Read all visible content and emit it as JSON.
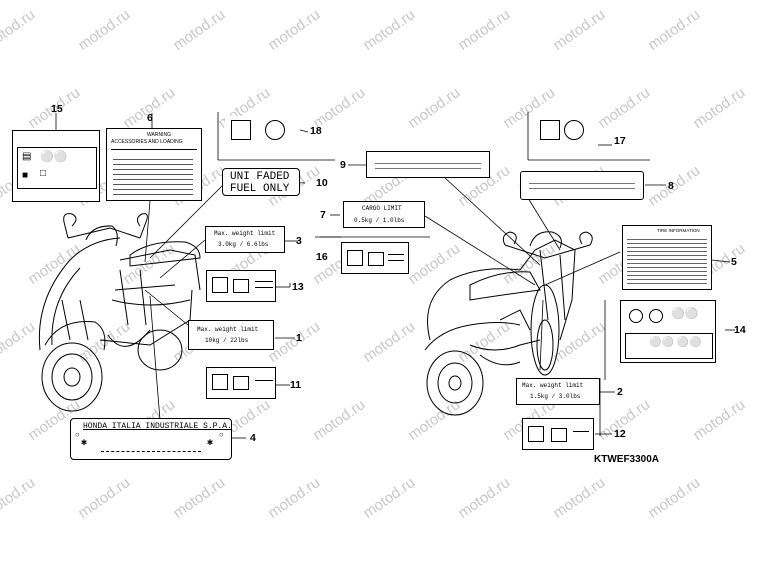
{
  "watermark": "motod.ru",
  "diagram_code": "KTWEF3300A",
  "callouts": {
    "c1": "1",
    "c2": "2",
    "c3": "3",
    "c4": "4",
    "c5": "5",
    "c6": "6",
    "c7": "7",
    "c8": "8",
    "c9": "9",
    "c10": "10",
    "c11": "11",
    "c12": "12",
    "c13": "13",
    "c14": "14",
    "c15": "15",
    "c16": "16",
    "c17": "17",
    "c18": "18"
  },
  "labels": {
    "unleaded_line1": "UNI FADED",
    "unleaded_line2": "FUEL  ONLY",
    "warning_line1": "WARNING",
    "warning_line2": "ACCESSORIES AND LOADING",
    "cargo_title": "CARGO  LIMIT",
    "cargo_value": "0.5kg  /  1.0lbs",
    "mwl_title": "Max. weight limit",
    "mwl3_value": "3.0kg  / 6.6lbs",
    "mwl1_value": "10kg  / 22lbs",
    "mwl2_value": "1.5kg  / 3.0lbs",
    "honda_plate": "HONDA ITALIA INDUSTRIALE S.P.A.",
    "info_title": "TIRE INFORMATION"
  }
}
